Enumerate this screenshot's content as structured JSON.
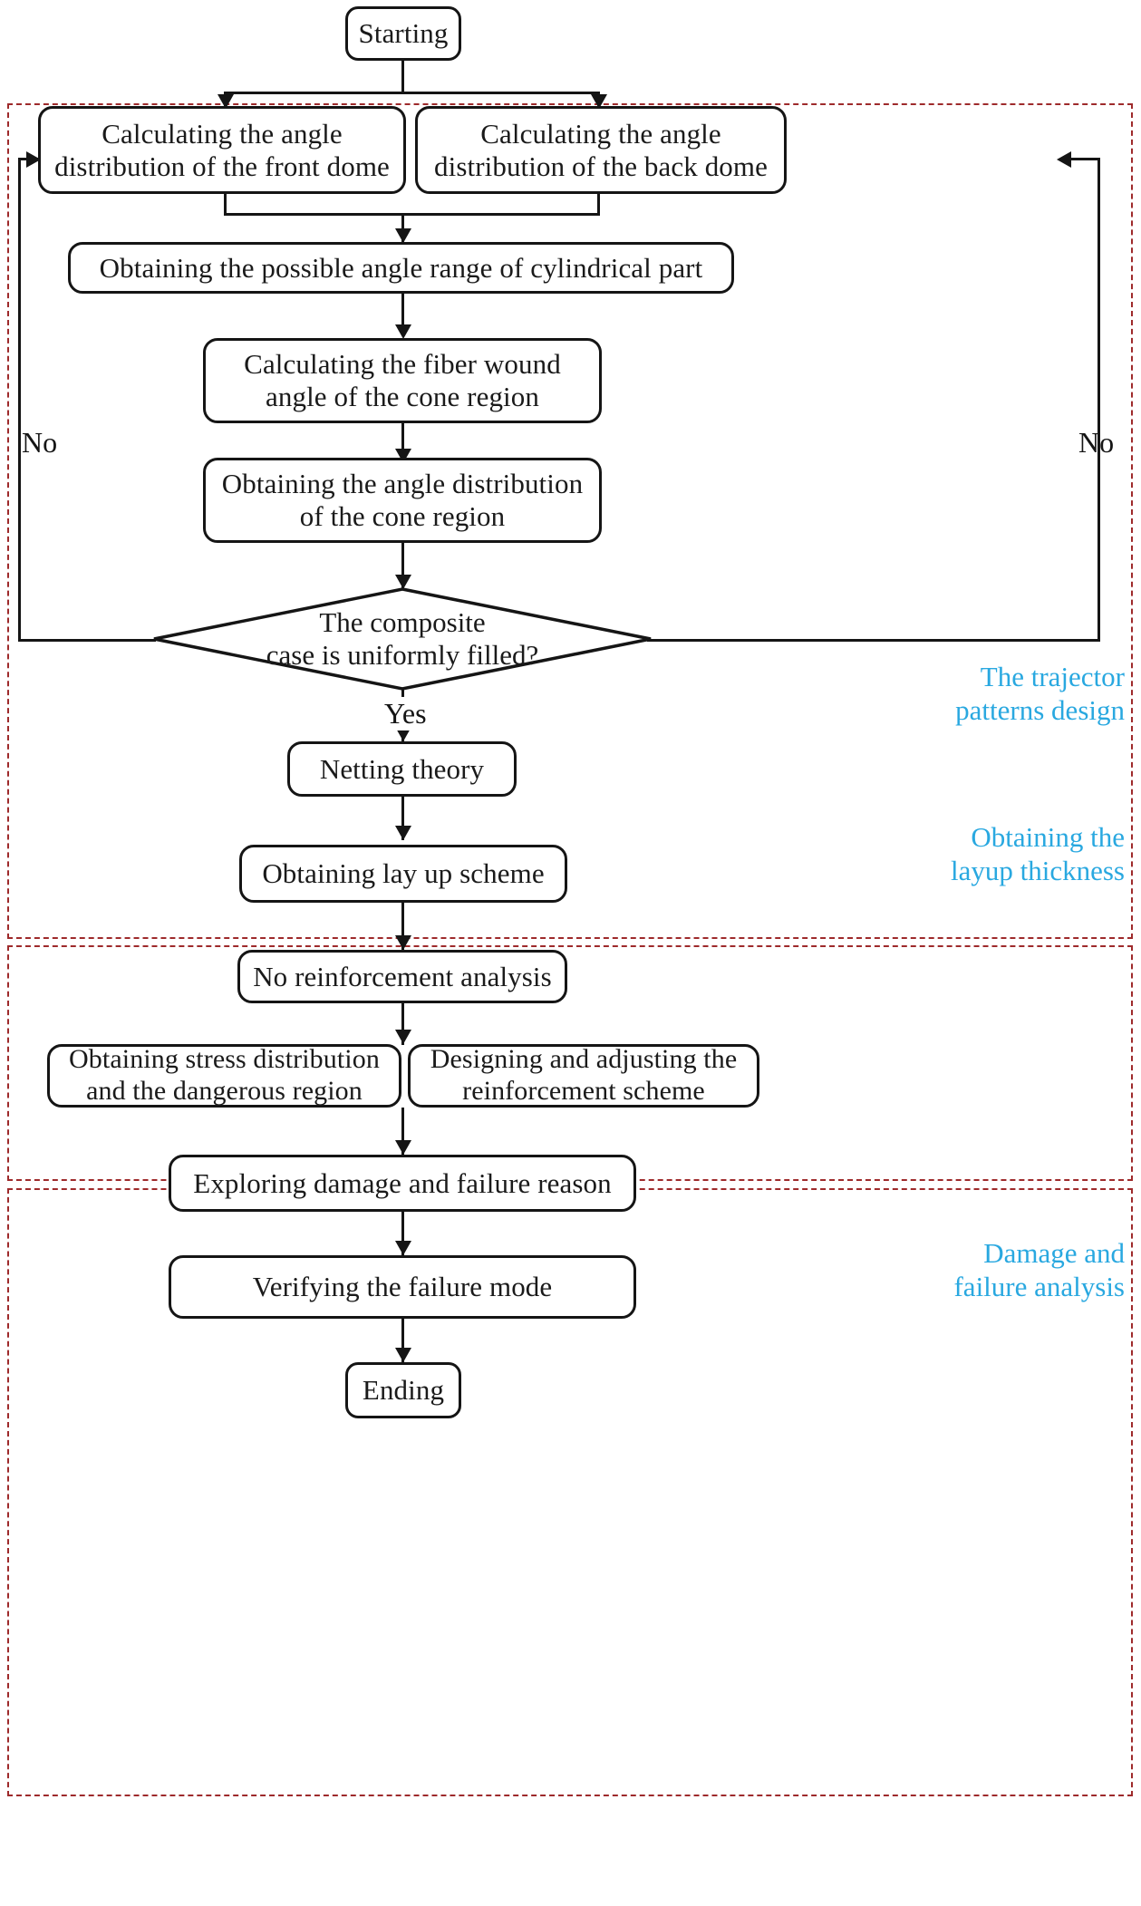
{
  "diagram": {
    "title": "Composite case design and analysis flowchart",
    "colors": {
      "node_border": "#151515",
      "connector": "#151515",
      "group_frame": "#9e2a2b",
      "group_caption": "#29a8e0",
      "background": "#ffffff"
    }
  },
  "nodes": {
    "starting": "Starting",
    "front_dome": "Calculating the angle\ndistribution of the front dome",
    "back_dome": "Calculating the angle\ndistribution of the back dome",
    "cylindrical_range": "Obtaining the possible angle range of cylindrical part",
    "cone_angle": "Calculating the fiber wound\nangle of the cone region",
    "cone_distribution": "Obtaining the angle distribution\nof the cone region",
    "decision_uniform": "The composite\ncase is uniformly filled?",
    "netting_theory": "Netting theory",
    "layup_scheme": "Obtaining lay up scheme",
    "no_reinforcement": "No reinforcement analysis",
    "stress_distribution": "Obtaining stress distribution\nand the dangerous region",
    "reinforcement_scheme": "Designing and adjusting the\nreinforcement scheme",
    "damage_reason": "Exploring damage and failure reason",
    "verify_failure": "Verifying the failure mode",
    "ending": "Ending"
  },
  "edge_labels": {
    "no_left": "No",
    "no_right": "No",
    "yes": "Yes"
  },
  "groups": [
    {
      "id": "trajectory",
      "caption": "The trajector\npatterns design"
    },
    {
      "id": "layup",
      "caption": "Obtaining the\nlayup thickness"
    },
    {
      "id": "damage",
      "caption": "Damage and\nfailure analysis"
    }
  ]
}
